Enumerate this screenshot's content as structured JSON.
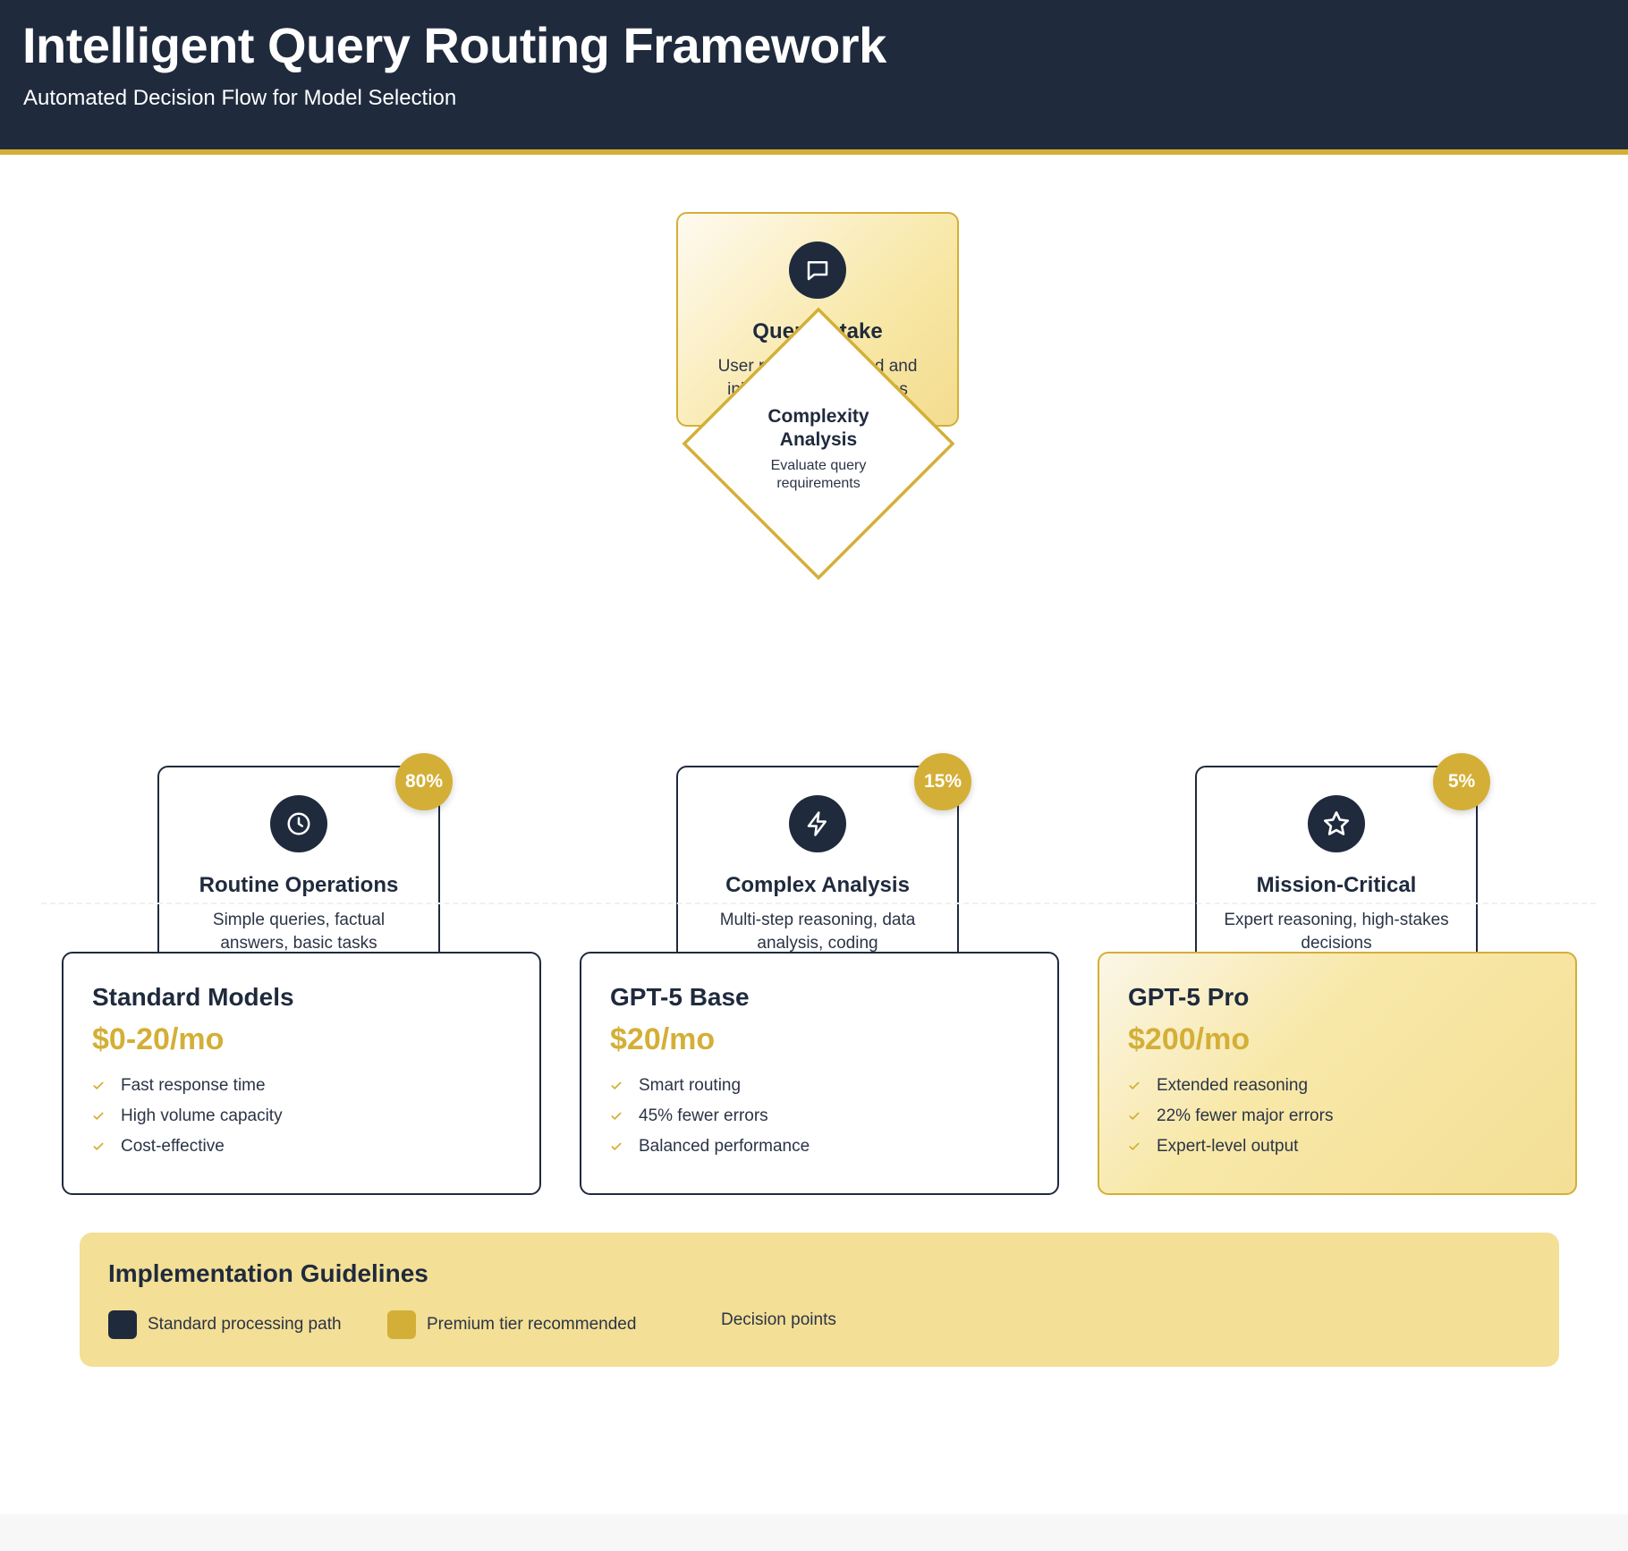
{
  "header": {
    "title": "Intelligent Query Routing Framework",
    "subtitle": "Automated Decision Flow for Model Selection"
  },
  "colors": {
    "navy": "#1f2a3d",
    "gold": "#d4af37",
    "light_gold": "#f3df95"
  },
  "intake": {
    "icon": "chat-bubble-icon",
    "title": "Query Intake",
    "description": "User request received and initial processing begins"
  },
  "decision": {
    "title": "Complexity Analysis",
    "description": "Evaluate query requirements"
  },
  "branches": [
    {
      "icon": "clock-icon",
      "badge": "80%",
      "title": "Routine Operations",
      "description": "Simple queries, factual answers, basic tasks"
    },
    {
      "icon": "lightning-icon",
      "badge": "15%",
      "title": "Complex Analysis",
      "description": "Multi-step reasoning, data analysis, coding"
    },
    {
      "icon": "star-icon",
      "badge": "5%",
      "title": "Mission-Critical",
      "description": "Expert reasoning, high-stakes decisions"
    }
  ],
  "tiers": [
    {
      "name": "Standard Models",
      "price": "$0-20/mo",
      "features": [
        "Fast response time",
        "High volume capacity",
        "Cost-effective"
      ]
    },
    {
      "name": "GPT-5 Base",
      "price": "$20/mo",
      "features": [
        "Smart routing",
        "45% fewer errors",
        "Balanced performance"
      ]
    },
    {
      "name": "GPT-5 Pro",
      "price": "$200/mo",
      "features": [
        "Extended reasoning",
        "22% fewer major errors",
        "Expert-level output"
      ]
    }
  ],
  "guidelines": {
    "title": "Implementation Guidelines",
    "legend": [
      {
        "label": "Standard processing path",
        "color": "#1f2a3d"
      },
      {
        "label": "Premium tier recommended",
        "color": "#d4af37"
      },
      {
        "label": "Decision points"
      }
    ]
  }
}
